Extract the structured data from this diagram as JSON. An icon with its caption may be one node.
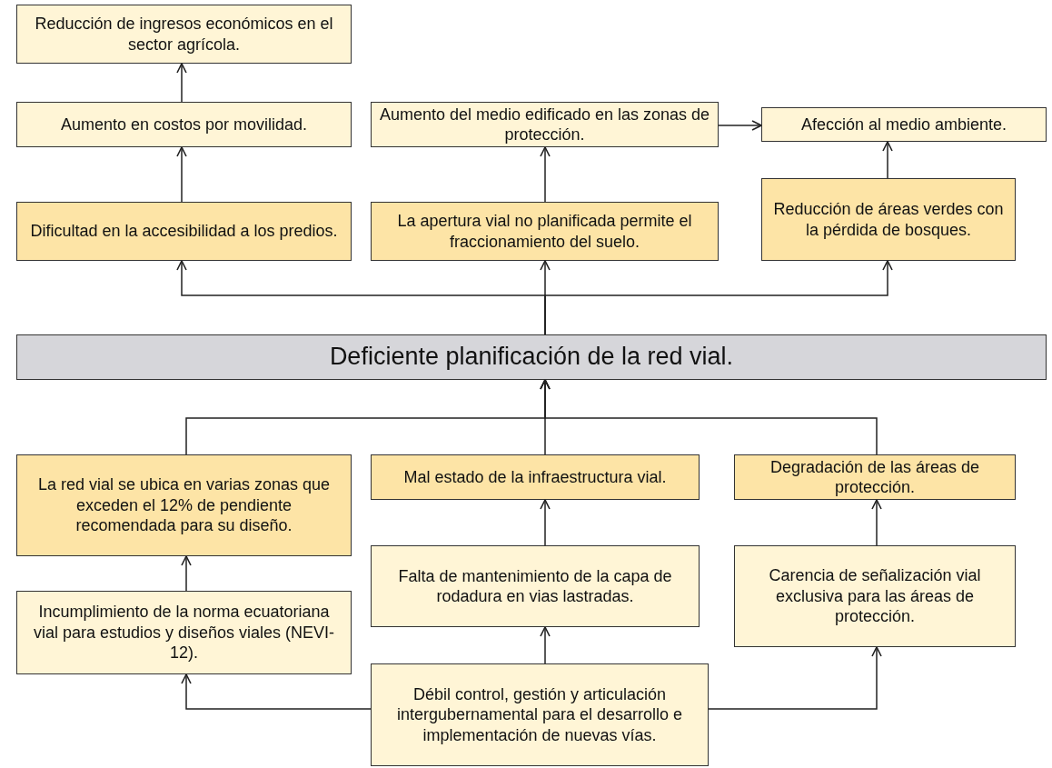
{
  "diagram": {
    "nodes": [
      {
        "text": [
          "Reducción de ingresos económicos en el sector agrícola."
        ]
      },
      {
        "text": [
          "Aumento en costos por movilidad."
        ]
      },
      {
        "text": [
          "Dificultad en la accesibilidad a los predios."
        ]
      },
      {
        "text": [
          "Aumento del medio edificado en las zonas de protección."
        ]
      },
      {
        "text": [
          "Afección al medio ambiente."
        ]
      },
      {
        "text": [
          "La apertura vial no planificada permite el fraccionamiento del suelo."
        ]
      },
      {
        "text": [
          "Reducción de áreas verdes con la pérdida de bosques."
        ]
      },
      {
        "text": [
          "Deficiente planificación de la red vial."
        ]
      },
      {
        "text": [
          "La red vial se ubica en varias zonas que exceden el 12% de pendiente recomendada para su diseño."
        ]
      },
      {
        "text": [
          "Mal estado de la infraestructura vial."
        ]
      },
      {
        "text": [
          "Degradación de las áreas de protección."
        ]
      },
      {
        "text": [
          "Incumplimiento de la norma ecuatoriana vial para estudios y diseños viales (NEVI-12)."
        ]
      },
      {
        "text": [
          "Falta de mantenimiento de la capa de rodadura en vias lastradas."
        ]
      },
      {
        "text": [
          "Carencia de señalización vial exclusiva para las áreas de protección."
        ]
      },
      {
        "text": [
          "Débil control, gestión y articulación intergubernamental para el desarrollo e implementación de nuevas vías."
        ]
      }
    ],
    "edges": [
      {
        "from": 1,
        "to": 0,
        "arrow": "to"
      },
      {
        "from": 2,
        "to": 1,
        "arrow": "to"
      },
      {
        "from": 5,
        "to": 3,
        "arrow": "to"
      },
      {
        "from": 3,
        "to": 4,
        "arrow": "to"
      },
      {
        "from": 6,
        "to": 4,
        "arrow": "to"
      },
      {
        "from": 7,
        "to": 2,
        "arrow": "to"
      },
      {
        "from": 7,
        "to": 5,
        "arrow": "to"
      },
      {
        "from": 7,
        "to": 6,
        "arrow": "to"
      },
      {
        "from": 8,
        "to": 7,
        "arrow": "to"
      },
      {
        "from": 9,
        "to": 7,
        "arrow": "to"
      },
      {
        "from": 10,
        "to": 7,
        "arrow": "to"
      },
      {
        "from": 12,
        "to": 9,
        "arrow": "to"
      },
      {
        "from": 11,
        "to": 8,
        "arrow": "to"
      },
      {
        "from": 13,
        "to": 10,
        "arrow": "to"
      },
      {
        "from": 14,
        "to": 11,
        "arrow": "to"
      },
      {
        "from": 14,
        "to": 12,
        "arrow": "to"
      },
      {
        "from": 14,
        "to": 13,
        "arrow": "to"
      }
    ]
  }
}
